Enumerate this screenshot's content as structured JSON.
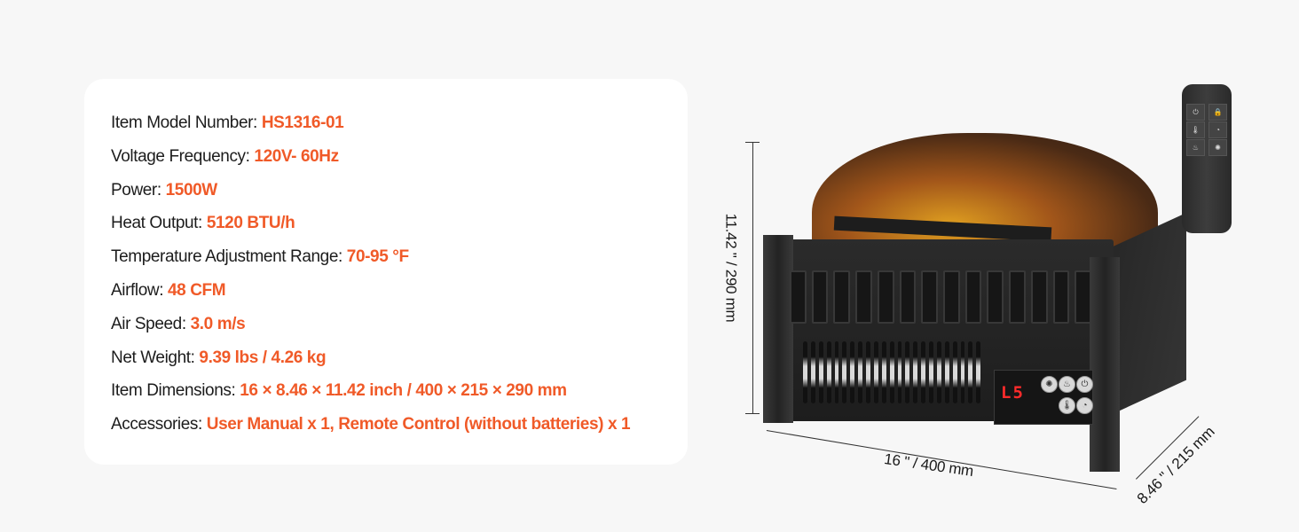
{
  "specs": [
    {
      "label": "Item Model Number:",
      "value": "HS1316-01"
    },
    {
      "label": "Voltage Frequency:",
      "value": "120V- 60Hz"
    },
    {
      "label": "Power:",
      "value": "1500W"
    },
    {
      "label": "Heat Output:",
      "value": "5120 BTU/h"
    },
    {
      "label": "Temperature Adjustment Range:",
      "value": "70-95 °F"
    },
    {
      "label": "Airflow:",
      "value": "48 CFM"
    },
    {
      "label": "Air Speed:",
      "value": "3.0 m/s"
    },
    {
      "label": "Net Weight:",
      "value": "9.39 lbs / 4.26 kg"
    },
    {
      "label": "Item Dimensions:",
      "value": "16 × 8.46 × 11.42 inch / 400 × 215 × 290 mm"
    },
    {
      "label": "Accessories:",
      "value": "User Manual x 1, Remote Control (without batteries) x 1"
    }
  ],
  "dimensions": {
    "height": "11.42 \" / 290 mm",
    "width": "16 \" / 400 mm",
    "depth": "8.46 \" / 215 mm"
  },
  "control_panel": {
    "display": "L5",
    "buttons": [
      "brightness-icon",
      "flame-icon",
      "power-icon",
      "thermometer-icon",
      "timer-icon"
    ]
  },
  "remote": {
    "keys": [
      "power-icon",
      "lock-icon",
      "thermometer-icon",
      "timer-icon",
      "flame-icon",
      "brightness-icon"
    ]
  },
  "colors": {
    "accent": "#f05a28",
    "label": "#1c1c1c",
    "background": "#f7f7f7",
    "card": "#ffffff"
  }
}
